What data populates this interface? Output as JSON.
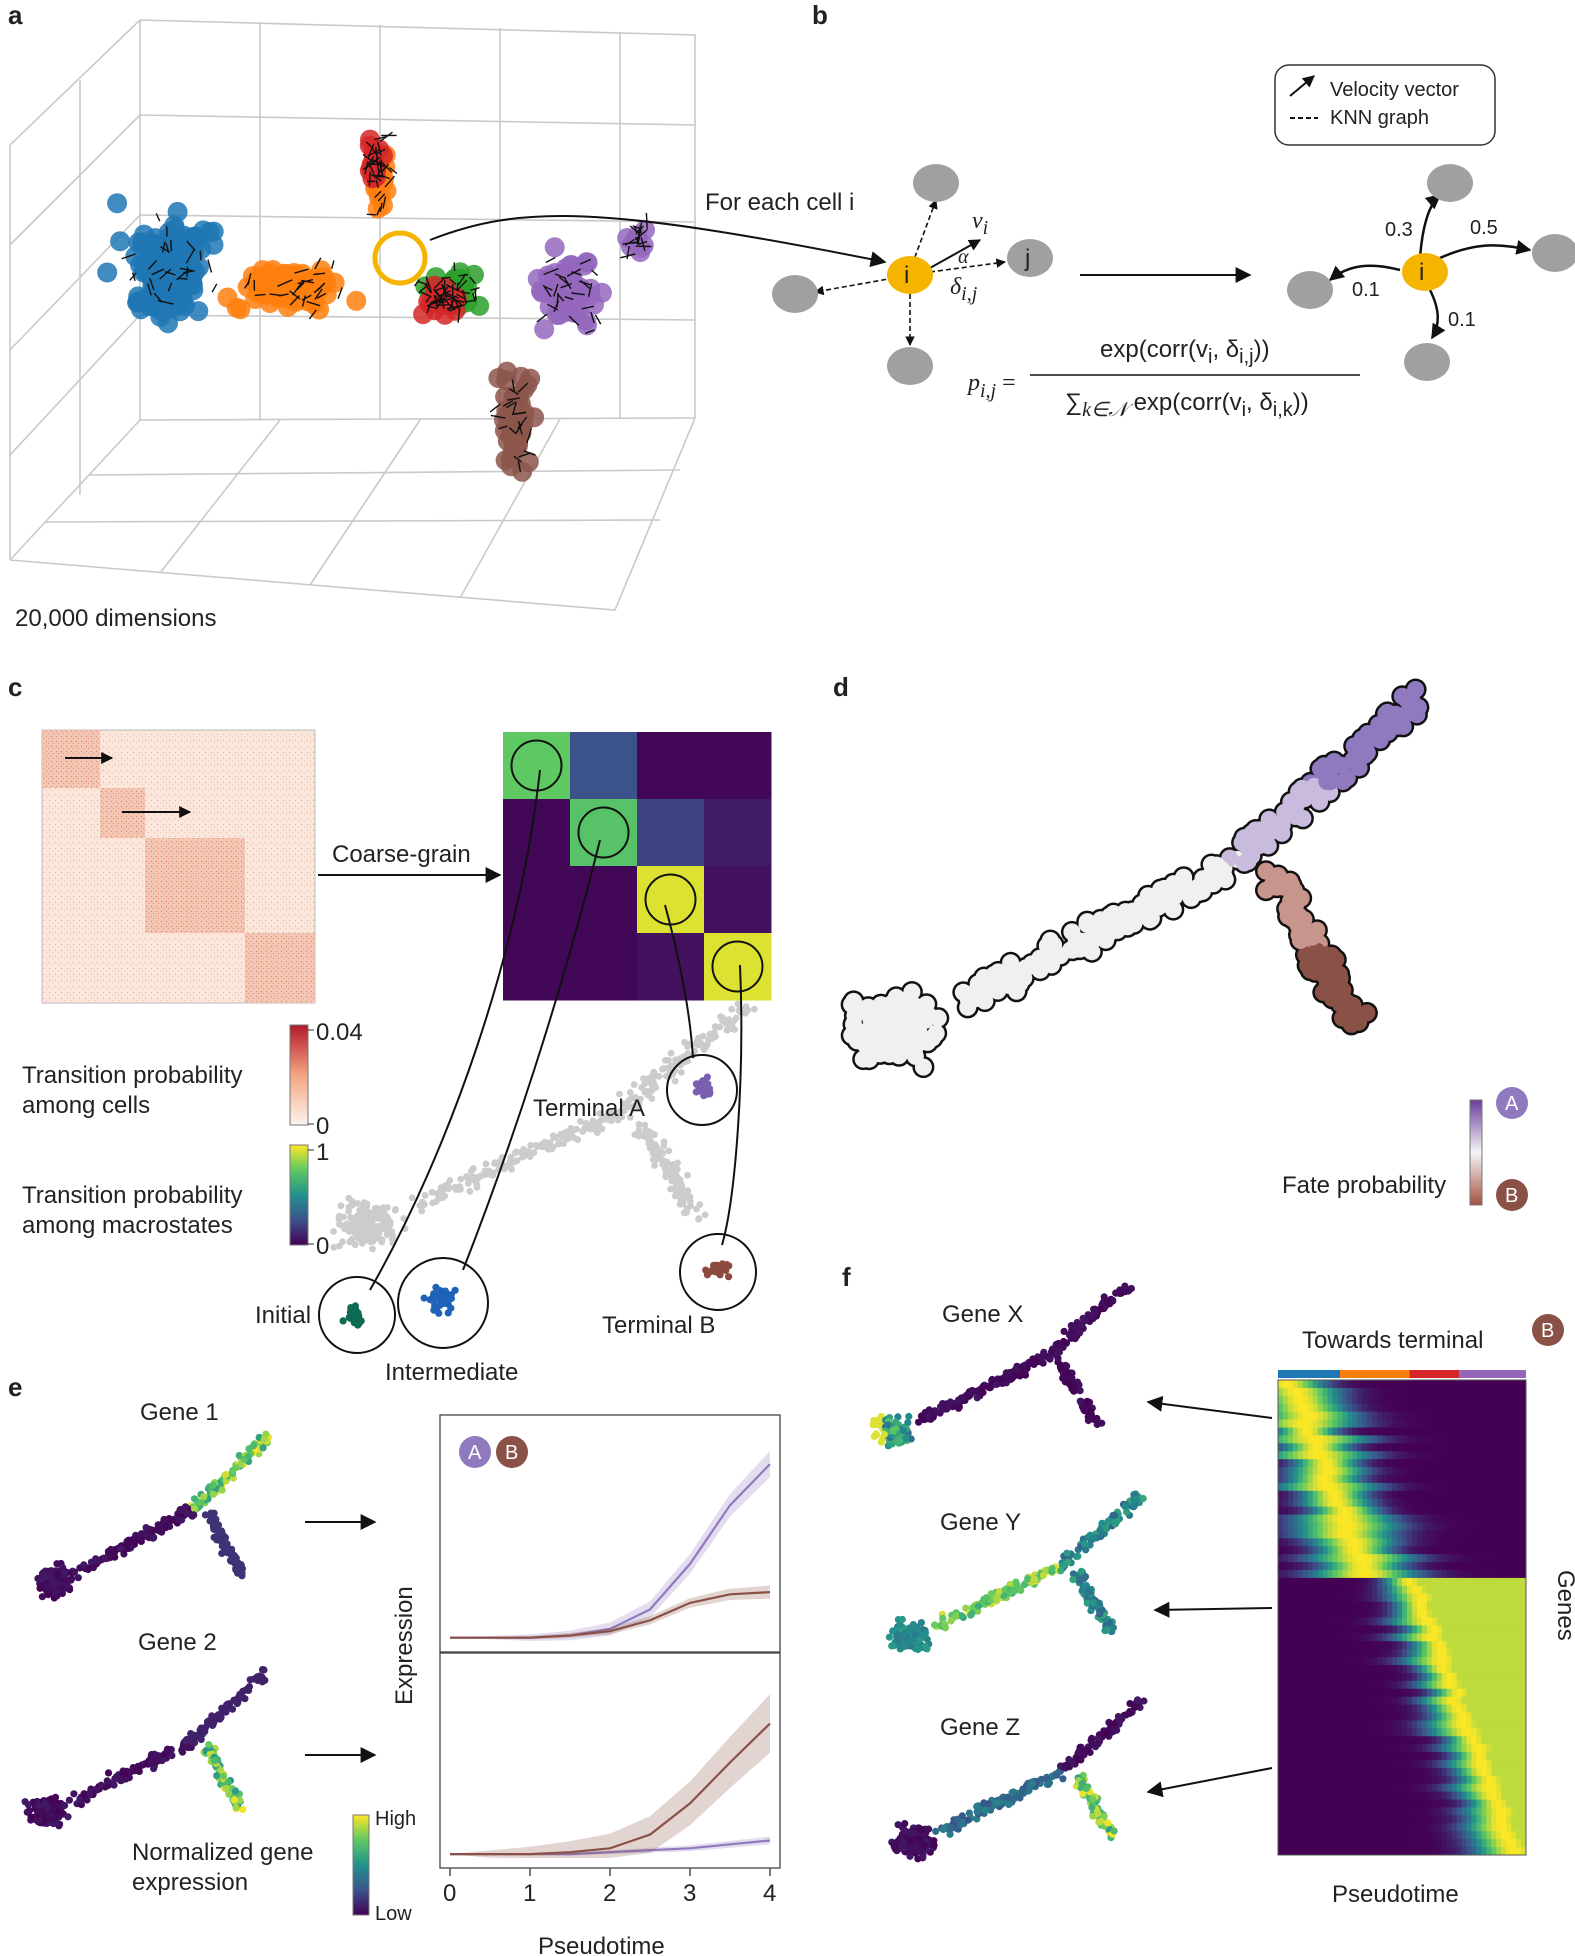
{
  "panels": {
    "a": "a",
    "b": "b",
    "c": "c",
    "d": "d",
    "e": "e",
    "f": "f"
  },
  "panel_a": {
    "dimensions_label": "20,000 dimensions"
  },
  "panel_b": {
    "for_each_cell": "For each cell i",
    "legend_velocity": "Velocity vector",
    "legend_knn": "KNN graph",
    "node_i": "i",
    "node_j": "j",
    "v_label": "v",
    "v_sub": "i",
    "alpha": "α",
    "delta_label": "δ",
    "delta_sub": "i,j",
    "weights": [
      "0.3",
      "0.5",
      "0.1",
      "0.1"
    ],
    "formula_lhs": "p",
    "formula_lhs_sub": "i,j",
    "formula_eq": "=",
    "formula_num": "exp(corr(v",
    "formula_num_mid": ", δ",
    "formula_num_end": "))",
    "formula_den_sum": "∑",
    "formula_den_sub": "k∈𝒩",
    "formula_den": "exp(corr(v",
    "formula_den_mid": ", δ",
    "formula_den_end": "))",
    "sub_i": "i",
    "sub_ij": "i,j",
    "sub_ik": "i,k"
  },
  "panel_c": {
    "coarse_grain": "Coarse-grain",
    "cb1_max": "0.04",
    "cb1_min": "0",
    "cb1_title_1": "Transition probability",
    "cb1_title_2": "among cells",
    "cb2_max": "1",
    "cb2_min": "0",
    "cb2_title_1": "Transition probability",
    "cb2_title_2": "among macrostates",
    "state_initial": "Initial",
    "state_intermediate": "Intermediate",
    "state_terminal_a": "Terminal A",
    "state_terminal_b": "Terminal B"
  },
  "panel_d": {
    "fate_label": "Fate probability",
    "badge_a": "A",
    "badge_b": "B"
  },
  "panel_e": {
    "gene1": "Gene 1",
    "gene2": "Gene 2",
    "cb_high": "High",
    "cb_low": "Low",
    "cb_title_1": "Normalized gene",
    "cb_title_2": "expression",
    "ylabel": "Expression",
    "xlabel": "Pseudotime",
    "badge_a": "A",
    "badge_b": "B"
  },
  "panel_f": {
    "geneX": "Gene X",
    "geneY": "Gene Y",
    "geneZ": "Gene Z",
    "towards": "Towards terminal",
    "badge_b": "B",
    "ylabel": "Genes",
    "xlabel": "Pseudotime"
  },
  "colors": {
    "initial": "#1f77b4",
    "intermediate": "#ff7f0e",
    "red": "#d62728",
    "green": "#2ca02c",
    "terminal_a": "#9467bd",
    "terminal_b": "#8c564b",
    "node_i": "#f5b400",
    "node_gray": "#a0a0a0",
    "badge_a": "#8f79bf",
    "badge_b": "#8a5247",
    "grey_cells": "#cccccc"
  },
  "chart_data": [
    {
      "type": "line",
      "panel": "e-top",
      "xlim": [
        0,
        4
      ],
      "xticks": [
        "0",
        "1",
        "2",
        "3",
        "4"
      ],
      "xlabel": "Pseudotime",
      "ylabel": "Expression",
      "series": [
        {
          "x": [
            0,
            0.5,
            1,
            1.5,
            2,
            2.5,
            3,
            3.5,
            4
          ],
          "values": [
            0.02,
            0.02,
            0.02,
            0.03,
            0.06,
            0.15,
            0.36,
            0.63,
            0.82
          ],
          "band": 0.06
        },
        {
          "x": [
            0,
            0.5,
            1,
            1.5,
            2,
            2.5,
            3,
            3.5,
            4
          ],
          "values": [
            0.02,
            0.02,
            0.02,
            0.03,
            0.05,
            0.1,
            0.18,
            0.22,
            0.23
          ],
          "band": 0.03
        }
      ]
    },
    {
      "type": "line",
      "panel": "e-bottom",
      "xlim": [
        0,
        4
      ],
      "xticks": [
        "0",
        "1",
        "2",
        "3",
        "4"
      ],
      "xlabel": "Pseudotime",
      "ylabel": "Expression",
      "series": [
        {
          "x": [
            0,
            0.5,
            1,
            1.5,
            2,
            2.5,
            3,
            3.5,
            4
          ],
          "values": [
            0.02,
            0.02,
            0.02,
            0.02,
            0.03,
            0.04,
            0.05,
            0.07,
            0.09
          ],
          "band": 0.02
        },
        {
          "x": [
            0,
            0.5,
            1,
            1.5,
            2,
            2.5,
            3,
            3.5,
            4
          ],
          "values": [
            0.02,
            0.02,
            0.02,
            0.03,
            0.05,
            0.12,
            0.28,
            0.49,
            0.69
          ],
          "band": 0.15
        }
      ]
    },
    {
      "type": "heatmap",
      "panel": "c-macrostates",
      "rows": 4,
      "cols": 4,
      "values": [
        [
          0.75,
          0.25,
          0.02,
          0.02
        ],
        [
          0.02,
          0.72,
          0.2,
          0.08
        ],
        [
          0.02,
          0.02,
          0.95,
          0.05
        ],
        [
          0.02,
          0.02,
          0.05,
          0.95
        ]
      ]
    }
  ]
}
